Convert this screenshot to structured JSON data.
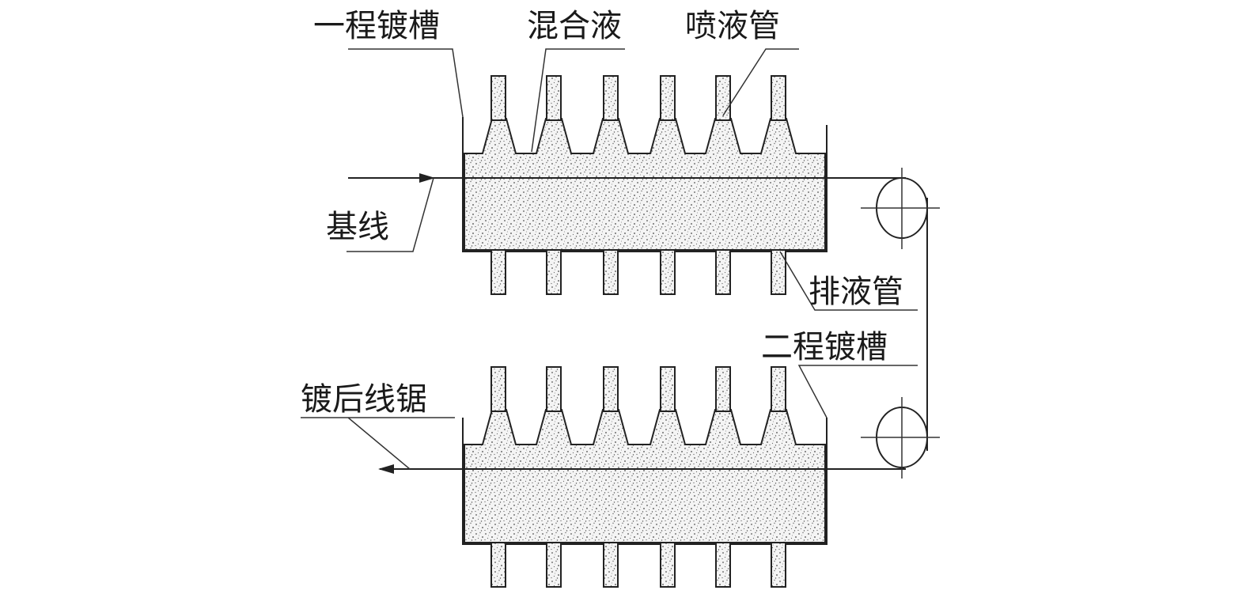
{
  "labels": {
    "tank1": "一程镀槽",
    "mixed_liquid": "混合液",
    "spray_pipe": "喷液管",
    "base_wire": "基线",
    "drain_pipe": "排液管",
    "tank2": "二程镀槽",
    "plated_wire_saw": "镀后线锯"
  },
  "colors": {
    "ink": "#222222",
    "liquid_base": "#f4f4f4",
    "speckle": "#555555"
  }
}
